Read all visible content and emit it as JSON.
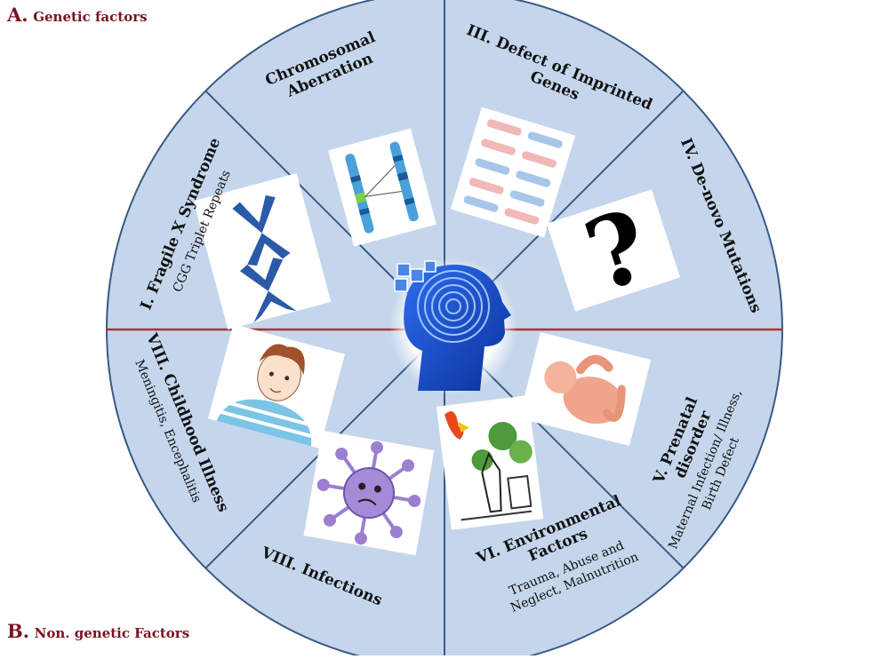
{
  "labels": {
    "a_letter": "A.",
    "a_text": "Genetic factors",
    "b_letter": "B.",
    "b_text": "Non. genetic Factors"
  },
  "segments": [
    {
      "key": "chromosomal",
      "title": [
        "Chromosomal",
        "Aberration"
      ],
      "subtitle": []
    },
    {
      "key": "imprinted",
      "title": [
        "III. Defect of Imprinted",
        "Genes"
      ],
      "subtitle": []
    },
    {
      "key": "denovo",
      "title": [
        "IV. De-novo Mutations"
      ],
      "subtitle": []
    },
    {
      "key": "prenatal",
      "title": [
        "V. Prenatal",
        "disorder"
      ],
      "subtitle": [
        "Maternal Infection/ Illness,",
        "Birth Defect"
      ]
    },
    {
      "key": "environmental",
      "title": [
        "VI. Environmental",
        "Factors"
      ],
      "subtitle": [
        "Trauma, Abuse and",
        "Neglect, Malnutrition"
      ]
    },
    {
      "key": "infections",
      "title": [
        "VIII. Infections"
      ],
      "subtitle": []
    },
    {
      "key": "childhood",
      "title": [
        "VIII. Childhood Illness"
      ],
      "subtitle": [
        "Meningitis, Encephalitis"
      ]
    },
    {
      "key": "fragilex",
      "title": [
        "I. Fragile X Syndrome"
      ],
      "subtitle": [
        "CGG Triplet Repeats"
      ]
    }
  ],
  "symbols": {
    "question_mark": "?"
  },
  "colors": {
    "wheel_fill": "#c5d6ec",
    "wheel_stroke": "#3a5a85",
    "divider_red": "#b03030",
    "label_red": "#7a1420",
    "head_blue": "#1f4fc7"
  }
}
